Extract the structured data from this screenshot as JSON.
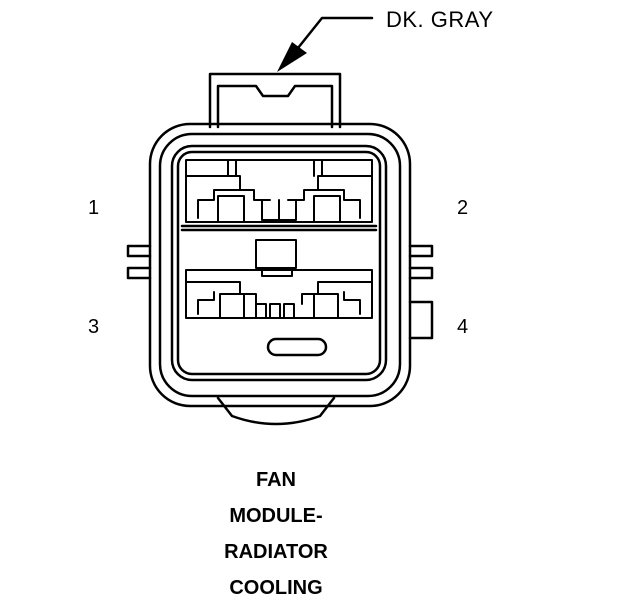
{
  "wire_color_label": "DK. GRAY",
  "pins": [
    {
      "label": "1"
    },
    {
      "label": "2"
    },
    {
      "label": "3"
    },
    {
      "label": "4"
    }
  ],
  "caption": [
    "FAN",
    "MODULE-",
    "RADIATOR",
    "COOLING"
  ],
  "colors": {
    "ink": "#000000",
    "background": "#ffffff"
  }
}
